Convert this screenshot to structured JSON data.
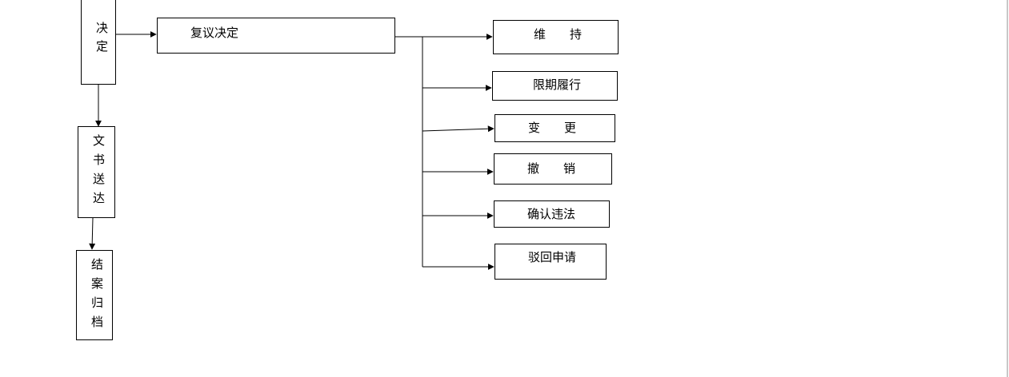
{
  "nodes": {
    "decision": "决定",
    "delivery": "文书送达",
    "archive": "结案归档",
    "review": "复议决定",
    "outcomes": [
      "维　　持",
      "限期履行",
      "变　　更",
      "撤　　销",
      "确认违法",
      "驳回申请"
    ]
  }
}
